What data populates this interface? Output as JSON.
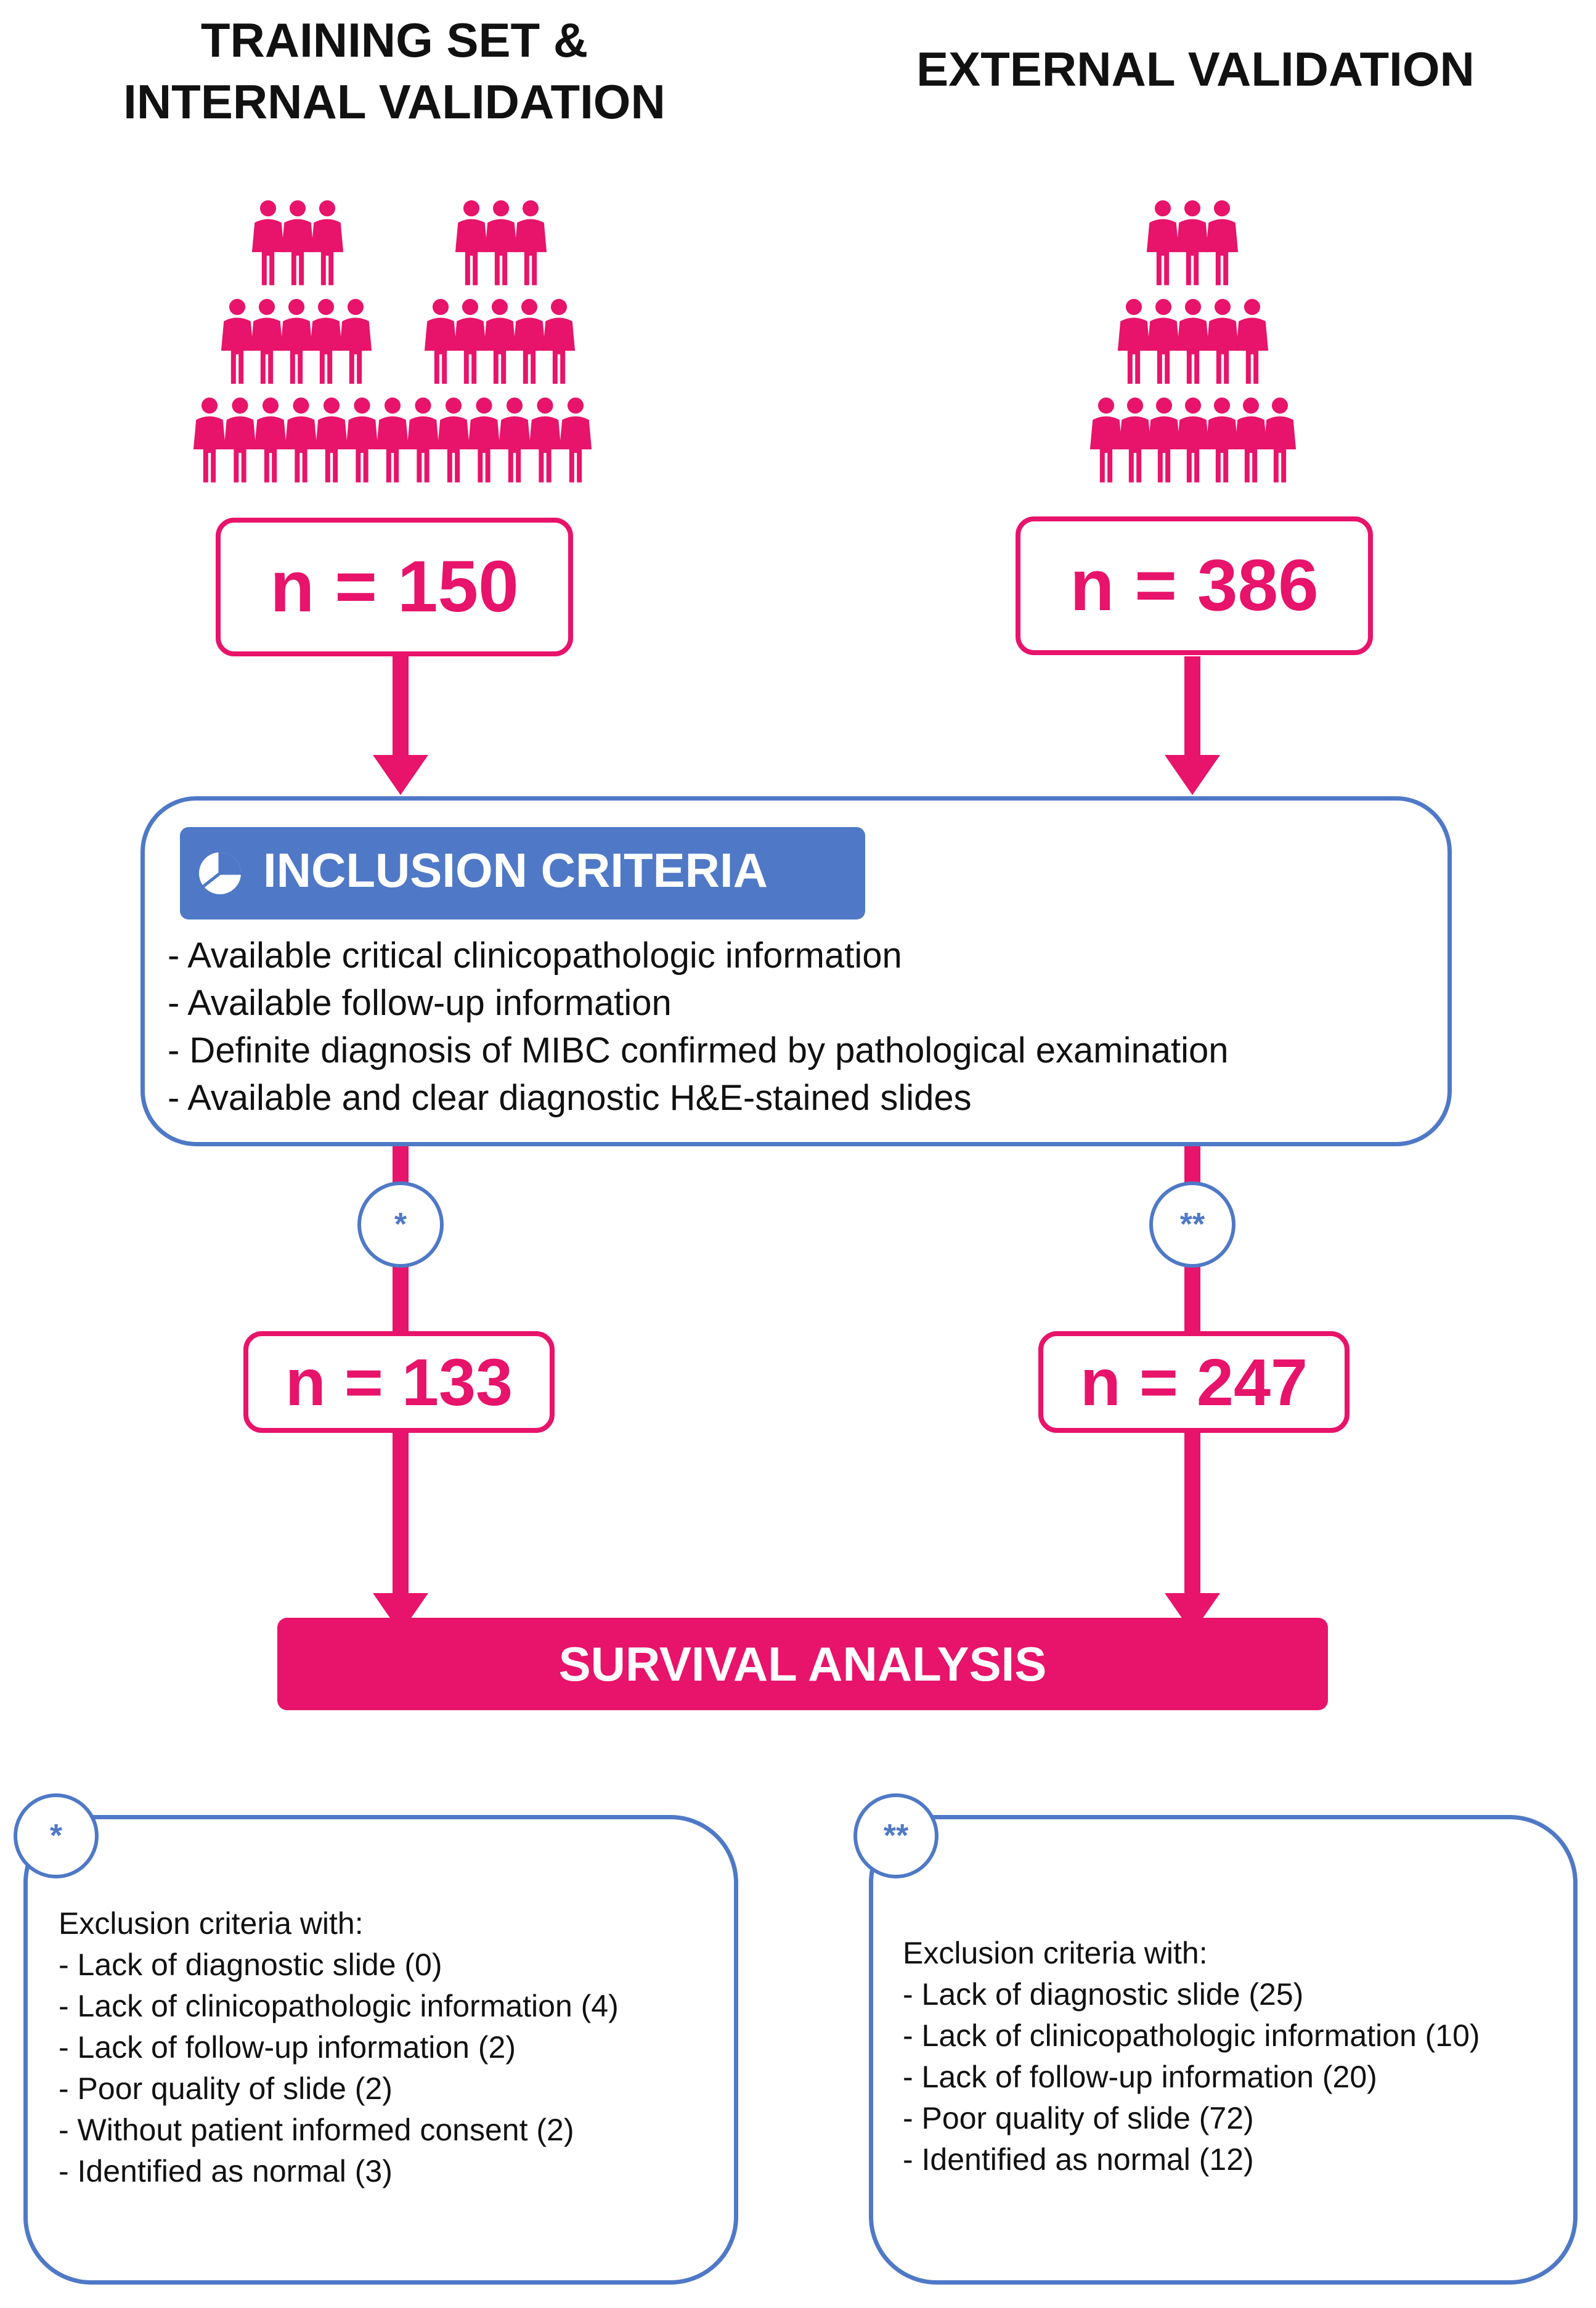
{
  "headings": {
    "left_line1": "TRAINING SET &",
    "left_line2": "INTERNAL VALIDATION",
    "right": "EXTERNAL VALIDATION"
  },
  "counts": {
    "left_initial": "n = 150",
    "right_initial": "n = 386",
    "left_after": "n = 133",
    "right_after": "n = 247"
  },
  "inclusion": {
    "title": "INCLUSION CRITERIA",
    "items": [
      "- Available critical clinicopathologic information",
      "- Available follow-up information",
      "- Definite diagnosis of MIBC confirmed by pathological examination",
      "- Available and clear diagnostic H&E-stained slides"
    ]
  },
  "markers": {
    "single": "*",
    "double": "**"
  },
  "survival_label": "SURVIVAL ANALYSIS",
  "exclusion_left": {
    "marker": "*",
    "title": "Exclusion criteria with:",
    "items": [
      "- Lack of diagnostic slide (0)",
      "- Lack of clinicopathologic information (4)",
      "- Lack of follow-up information (2)",
      "- Poor quality of slide (2)",
      "- Without patient informed consent (2)",
      "- Identified as normal (3)"
    ]
  },
  "exclusion_right": {
    "marker": "**",
    "title": "Exclusion criteria with:",
    "items": [
      "- Lack of diagnostic slide (25)",
      "- Lack of clinicopathologic information (10)",
      "- Lack of follow-up information (20)",
      "- Poor quality of slide (72)",
      "- Identified as normal (12)"
    ]
  },
  "colors": {
    "accent": "#e8136a",
    "blue": "#4f79c7"
  },
  "icons": [
    "people-crowd-icon",
    "pie-chart-icon",
    "arrow-down-icon"
  ]
}
